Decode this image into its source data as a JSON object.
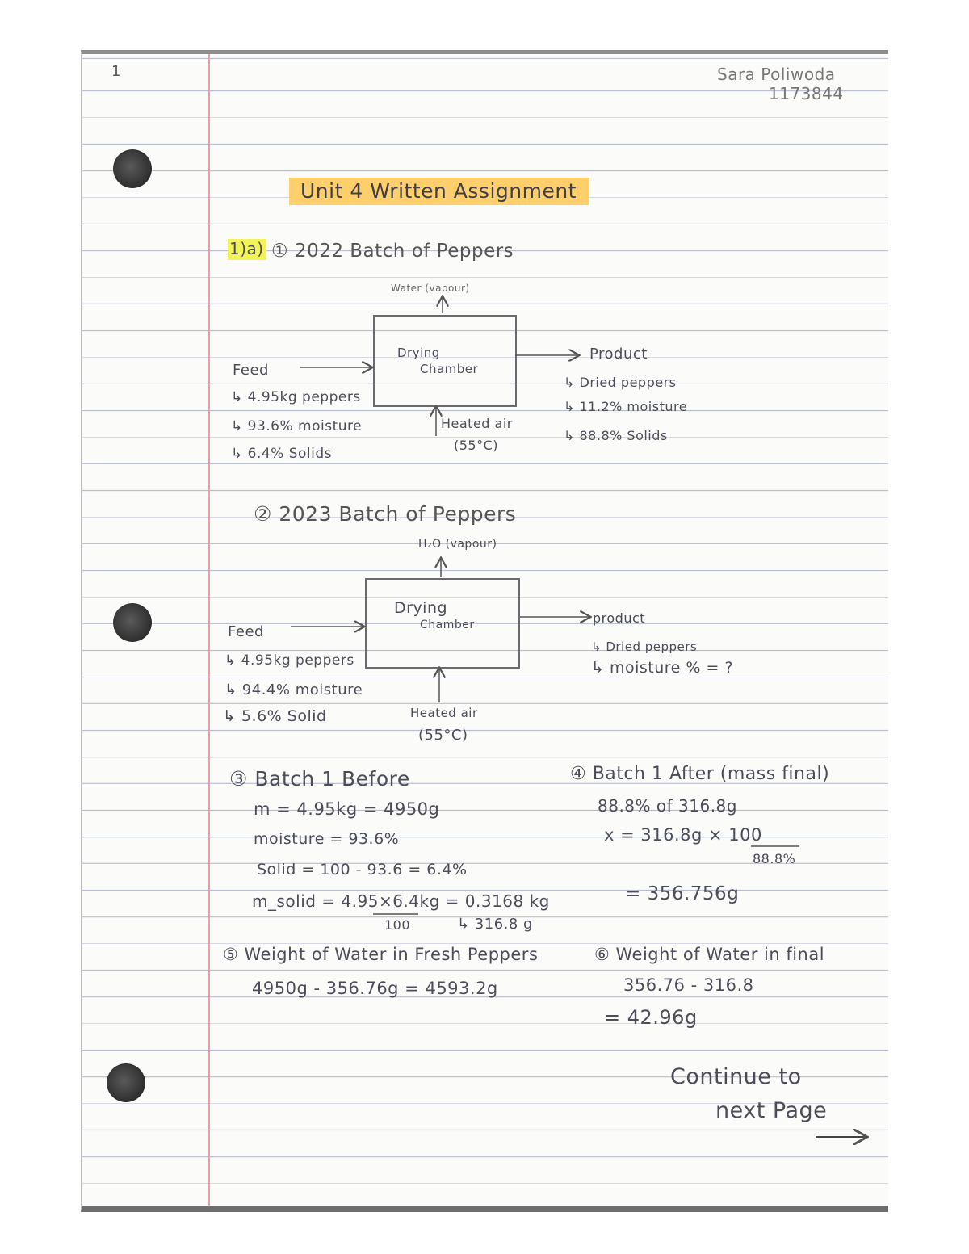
{
  "page_number": "1",
  "author": {
    "name": "Sara Poliwoda",
    "id": "1173844"
  },
  "title": "Unit 4 Written Assignment",
  "question_label": "1)a)",
  "part1": {
    "label": "① 2022 Batch of Peppers",
    "water_out": "Water (vapour)",
    "chamber": [
      "Drying",
      "Chamber"
    ],
    "feed": "Feed",
    "feed_lines": [
      "↳ 4.95kg peppers",
      "↳ 93.6% moisture",
      "↳ 6.4% Solids"
    ],
    "heated_air": [
      "Heated air",
      "(55°C)"
    ],
    "product": "Product",
    "product_lines": [
      "↳ Dried peppers",
      "↳ 11.2% moisture",
      "↳ 88.8% Solids"
    ]
  },
  "part2": {
    "label": "② 2023 Batch of Peppers",
    "water_out": "H₂O (vapour)",
    "chamber": [
      "Drying",
      "Chamber"
    ],
    "feed": "Feed",
    "feed_lines": [
      "↳ 4.95kg peppers",
      "↳ 94.4% moisture",
      "↳ 5.6% Solid"
    ],
    "heated_air": [
      "Heated air",
      "(55°C)"
    ],
    "product": "product",
    "product_lines": [
      "↳ Dried peppers",
      "↳ moisture % = ?"
    ]
  },
  "part3": {
    "label": "③ Batch 1  Before",
    "lines": [
      "m = 4.95kg = 4950g",
      "moisture = 93.6%",
      "Solid = 100 - 93.6 = 6.4%",
      "m_solid = 4.95×6.4kg = 0.3168 kg"
    ],
    "denominator": "100",
    "sub_result": "↳ 316.8 g"
  },
  "part4": {
    "label": "④ Batch 1 After (mass final)",
    "lines": [
      "88.8% of 316.8g",
      "x = 316.8g × 100"
    ],
    "denominator": "88.8%",
    "result": "= 356.756g"
  },
  "part5": {
    "label": "⑤ Weight of Water in Fresh Peppers",
    "line": "4950g - 356.76g  =  4593.2g"
  },
  "part6": {
    "label": "⑥ Weight of Water in final",
    "lines": [
      "356.76 - 316.8",
      "= 42.96g"
    ]
  },
  "continue_note": [
    "Continue to",
    "next Page"
  ]
}
